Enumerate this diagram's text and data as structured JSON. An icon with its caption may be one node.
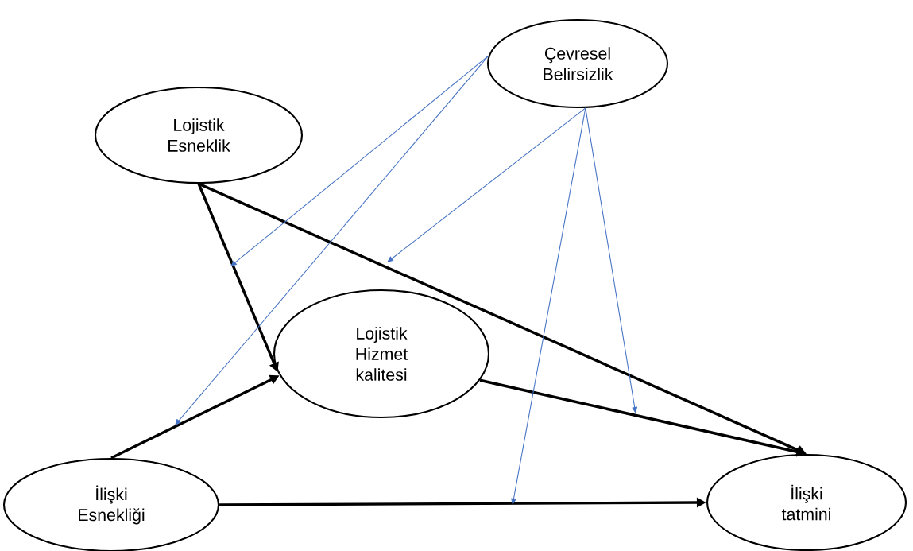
{
  "diagram": {
    "nodes": [
      {
        "text": [
          "Çevresel Belirsizlik"
        ]
      },
      {
        "text": [
          "Lojistik Esneklik"
        ]
      },
      {
        "text": [
          "Lojistik Hizmet kalitesi"
        ]
      },
      {
        "text": [
          "İlişki Esnekliği"
        ]
      },
      {
        "text": [
          "İlişki tatmini"
        ]
      }
    ],
    "edges": [
      {
        "from": 1,
        "to": 2,
        "arrow": "to",
        "style": "thick"
      },
      {
        "from": 1,
        "to": 4,
        "arrow": "to",
        "style": "thick"
      },
      {
        "from": 2,
        "to": 4,
        "arrow": "to",
        "style": "thick"
      },
      {
        "from": 3,
        "to": 2,
        "arrow": "to",
        "style": "thick"
      },
      {
        "from": 3,
        "to": 4,
        "arrow": "to",
        "style": "thick"
      },
      {
        "from": 0,
        "to": null,
        "arrow": "to",
        "color": "#4472c4"
      },
      {
        "from": 0,
        "to": null,
        "arrow": "to",
        "color": "#4472c4"
      },
      {
        "from": 0,
        "to": null,
        "arrow": "to",
        "color": "#4472c4"
      },
      {
        "from": 0,
        "to": null,
        "arrow": "to",
        "color": "#4472c4"
      },
      {
        "from": 0,
        "to": null,
        "arrow": "to",
        "color": "#4472c4"
      }
    ]
  }
}
